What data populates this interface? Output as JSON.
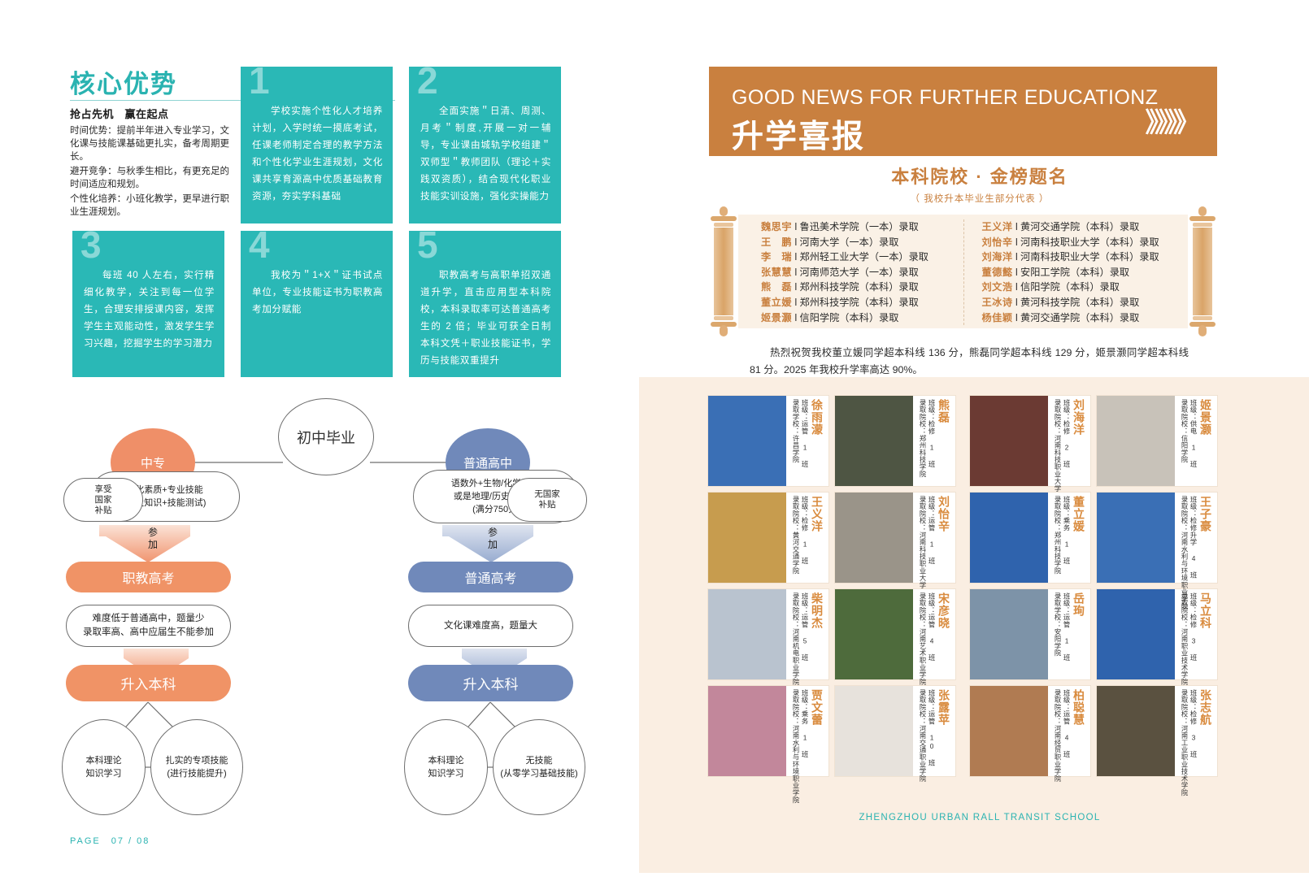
{
  "left": {
    "core_title": "核心优势",
    "intro": {
      "heading": "抢占先机　赢在起点",
      "lines": [
        "时间优势：提前半年进入专业学习，文化课与技能课基础更扎实，备考周期更长。",
        "避开竞争：与秋季生相比，有更充足的时间适应和规划。",
        "个性化培养：小班化教学，更早进行职业生涯规划。"
      ]
    },
    "advantages": [
      {
        "num": "1",
        "text": "学校实施个性化人才培养计划，入学时统一摸底考试，任课老师制定合理的教学方法和个性化学业生涯规划，文化课共享育源高中优质基础教育资源，夯实学科基础"
      },
      {
        "num": "2",
        "text": "全面实施＂日清、周测、月考＂制度,开展一对一辅导，专业课由城轨学校组建＂双师型＂教师团队（理论＋实践双资质），结合现代化职业技能实训设施，强化实操能力"
      },
      {
        "num": "3",
        "text": "每班 40 人左右，实行精细化教学，关注到每一位学生，合理安排授课内容，发挥学生主观能动性，激发学生学习兴趣，挖掘学生的学习潜力"
      },
      {
        "num": "4",
        "text": "我校为＂1+X＂证书试点单位，专业技能证书为职教高考加分赋能"
      },
      {
        "num": "5",
        "text": "职教高考与高职单招双通道升学，直击应用型本科院校，本科录取率可达普通高考生的 2 倍；毕业可获全日制本科文凭＋职业技能证书，学历与技能双重提升"
      }
    ],
    "flow": {
      "root": "初中毕业",
      "left_branch": {
        "node": "中专",
        "side_badge": "享受\n国家\n补贴",
        "subjects": "文化素质+专业技能\n(专业知识+技能测试)",
        "arrow_label": "参\n加",
        "exam": "职教高考",
        "note": "难度低于普通高中，题量少\n录取率高、高中应届生不能参加",
        "result": "升入本科",
        "outcome_a": "本科理论\n知识学习",
        "outcome_b": "扎实的专项技能\n(进行技能提升)"
      },
      "right_branch": {
        "node": "普通高中",
        "side_badge": "无国家\n补贴",
        "subjects": "语数外+生物/化学/物理\n或是地理/历史/政治等\n(满分750分)",
        "arrow_label": "参\n加",
        "exam": "普通高考",
        "note": "文化课难度高，题量大",
        "result": "升入本科",
        "outcome_a": "本科理论\n知识学习",
        "outcome_b": "无技能\n(从零学习基础技能)"
      }
    },
    "page_number": "PAGE　07 / 08"
  },
  "right": {
    "header": {
      "english": "GOOD NEWS FOR FURTHER EDUCATIONZ",
      "chinese": "升学喜报",
      "chevrons": "》》》》"
    },
    "subtitle": "本科院校 · 金榜题名",
    "subtitle_note": "（ 我校升本毕业生部分代表 ）",
    "admissions_left": [
      {
        "name": "魏思宇",
        "school": "鲁迅美术学院（一本）录取"
      },
      {
        "name": "王　鹏",
        "school": "河南大学（一本）录取"
      },
      {
        "name": "李　瑞",
        "school": "郑州轻工业大学（一本）录取"
      },
      {
        "name": "张慧慧",
        "school": "河南师范大学（一本）录取"
      },
      {
        "name": "熊　磊",
        "school": "郑州科技学院（本科）录取"
      },
      {
        "name": "董立媛",
        "school": "郑州科技学院（本科）录取"
      },
      {
        "name": "姬景灏",
        "school": "信阳学院（本科）录取"
      }
    ],
    "admissions_right": [
      {
        "name": "王义洋",
        "school": "黄河交通学院（本科）录取"
      },
      {
        "name": "刘怡辛",
        "school": "河南科技职业大学（本科）录取"
      },
      {
        "name": "刘海洋",
        "school": "河南科技职业大学（本科）录取"
      },
      {
        "name": "董德懿",
        "school": "安阳工学院（本科）录取"
      },
      {
        "name": "刘文浩",
        "school": "信阳学院（本科）录取"
      },
      {
        "name": "王冰诗",
        "school": "黄河科技学院（本科）录取"
      },
      {
        "name": "杨佳颖",
        "school": "黄河交通学院（本科）录取"
      }
    ],
    "congratulation": "热烈祝贺我校董立媛同学超本科线 136 分，熊磊同学超本科线 129 分，姬景灏同学超本科线 81 分。2025 年我校升学率高达 90%。",
    "students": [
      {
        "name": "徐雨濛",
        "class": "班级：运管 1 班",
        "school": "录取学校：许昌学院",
        "photo": "#3a6fb5"
      },
      {
        "name": "熊磊",
        "class": "班级：检修 1 班",
        "school": "录取院校：郑州科技学院",
        "photo": "#4e5543"
      },
      {
        "name": "刘海洋",
        "class": "班级：检修 2 班",
        "school": "录取院校：河南科技职业大学",
        "photo": "#6b3a33"
      },
      {
        "name": "姬景灏",
        "class": "班级：供电 1 班",
        "school": "录取院校：信阳学院",
        "photo": "#c8c2b9"
      },
      {
        "name": "王义洋",
        "class": "班级：检修 1 班",
        "school": "录取院校：黄河交通学院",
        "photo": "#c79c4e"
      },
      {
        "name": "刘怡辛",
        "class": "班级：运管 1 班",
        "school": "录取院校：河南科技职业大学",
        "photo": "#9a9489"
      },
      {
        "name": "董立媛",
        "class": "班级：乘务 1 班",
        "school": "录取院校：郑州科技学院",
        "photo": "#2f63ad"
      },
      {
        "name": "王子豪",
        "class": "班级：检修升学 4 班",
        "school": "录取院校：河南水利与环境职业学院",
        "photo": "#3a6fb5"
      },
      {
        "name": "柴明杰",
        "class": "班级：运管 5 班",
        "school": "录取院校：河南机电职业学院",
        "photo": "#b9c3cf"
      },
      {
        "name": "宋彦晓",
        "class": "班级：运管 4 班",
        "school": "录取院校：河南艺术职业学院",
        "photo": "#4e6b3c"
      },
      {
        "name": "岳珣",
        "class": "班级：运管 1 班",
        "school": "录取学校：安阳学院",
        "photo": "#7d93a8"
      },
      {
        "name": "马立科",
        "class": "班级：检修 3 班",
        "school": "录取院校：河南职业技术学院",
        "photo": "#2f63ad"
      },
      {
        "name": "贾文蕾",
        "class": "班级：乘务 1 班",
        "school": "录取院校：河南水利与环境职业学院",
        "photo": "#c2879b"
      },
      {
        "name": "张露苹",
        "class": "班级：运管 10 班",
        "school": "录取院校：河南交通职业学院",
        "photo": "#e7e2dc"
      },
      {
        "name": "柏聪慧",
        "class": "班级：运管 4 班",
        "school": "录取院校：河南经贸职业学院",
        "photo": "#b07b52"
      },
      {
        "name": "张志航",
        "class": "班级：检修 3 班",
        "school": "录取院校：河南工业职业技术学院",
        "photo": "#5a5140"
      }
    ],
    "footer": "ZHENGZHOU URBAN RALL TRANSIT SCHOOL"
  },
  "colors": {
    "teal": "#2ab8b6",
    "orange": "#ef8f68",
    "blue": "#7089ba",
    "brand_brown": "#c9803f",
    "cream": "#faeee2"
  }
}
